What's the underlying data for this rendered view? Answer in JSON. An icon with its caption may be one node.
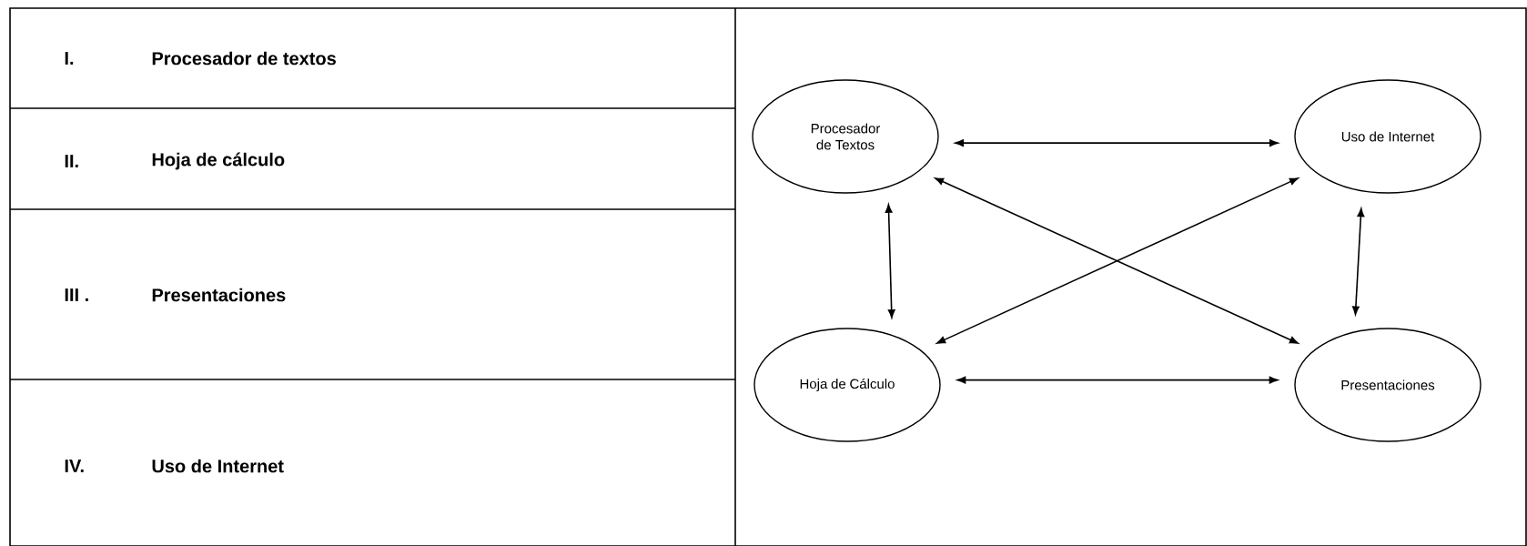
{
  "diagram": {
    "nodes": [
      {
        "text": [
          "Procesador de Textos"
        ]
      },
      {
        "text": [
          "Uso de Internet"
        ]
      },
      {
        "text": [
          "Hoja de Cálculo"
        ]
      },
      {
        "text": [
          "Presentaciones"
        ]
      }
    ],
    "edges": [
      {
        "from": 0,
        "to": 1,
        "arrow": "both"
      },
      {
        "from": 0,
        "to": 2,
        "arrow": "both"
      },
      {
        "from": 1,
        "to": 3,
        "arrow": "both"
      },
      {
        "from": 0,
        "to": 3,
        "arrow": "both"
      },
      {
        "from": 2,
        "to": 1,
        "arrow": "both"
      },
      {
        "from": 2,
        "to": 3,
        "arrow": "both"
      }
    ],
    "labels": [
      "I.",
      "Procesador de textos",
      "II.",
      "Hoja de cálculo",
      "III .",
      "Presentaciones",
      "IV.",
      "Uso de Internet"
    ]
  }
}
